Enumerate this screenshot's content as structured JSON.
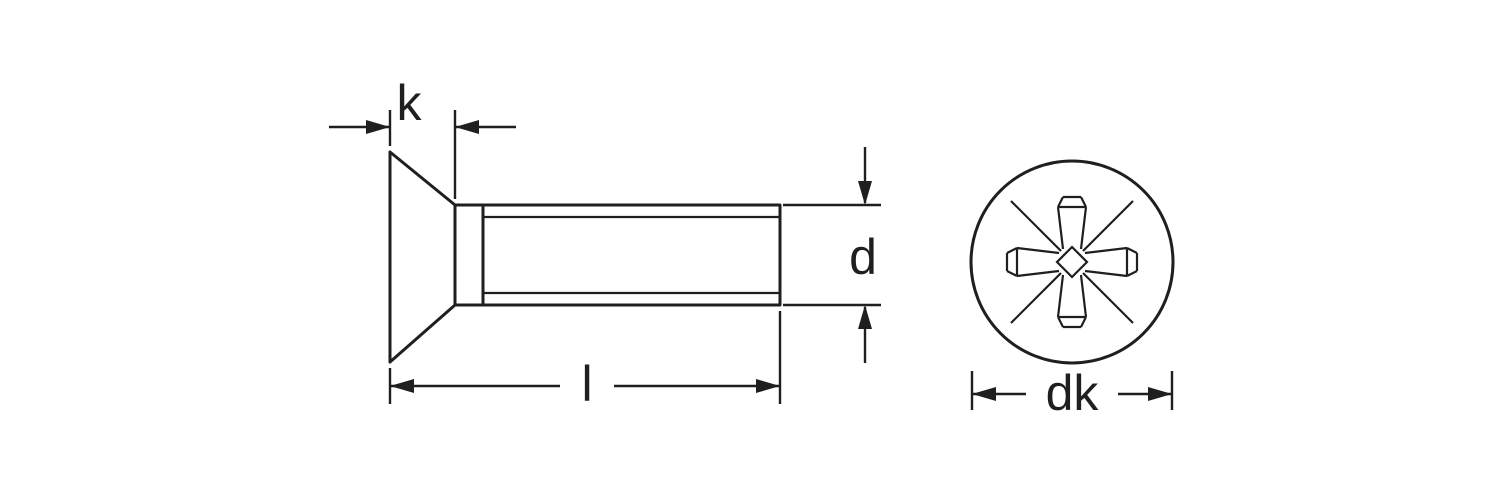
{
  "diagram": {
    "kind": "technical drawing",
    "subject": "countersunk phillips screw, side view and head front view",
    "background": "#ffffff",
    "line_color": "#1f1f1f",
    "labels": {
      "k": "k",
      "l": "l",
      "d": "d",
      "dk": "dk"
    }
  }
}
